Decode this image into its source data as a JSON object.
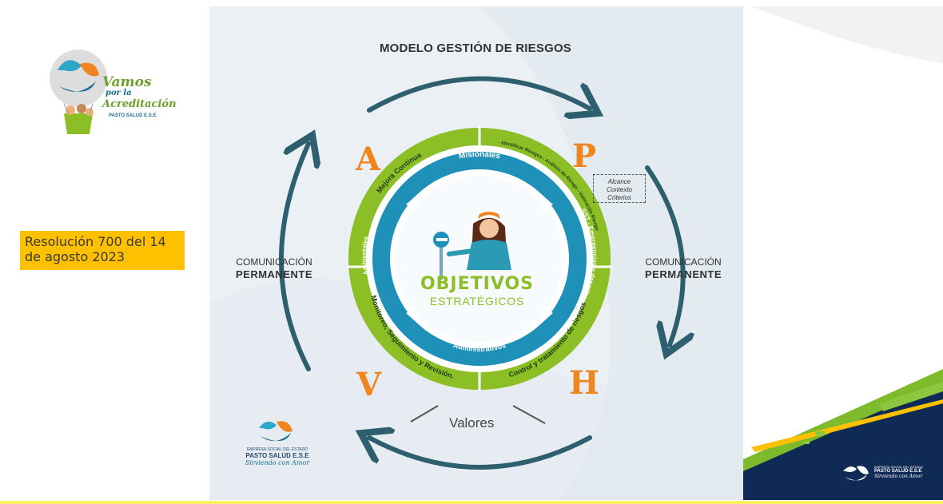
{
  "title": "MODELO GESTIÓN DE RIESGOS",
  "resolution_note": "Resolución 700 del 14 de agosto 2023",
  "left_label": {
    "line1": "COMUNICACIÓN",
    "line2": "PERMANENTE"
  },
  "right_label": {
    "line1": "COMUNICACIÓN",
    "line2": "PERMANENTE"
  },
  "phases": {
    "top_left": "A",
    "top_right": "P",
    "bottom_right": "H",
    "bottom_left": "V"
  },
  "planning_box": [
    "Alcance",
    "Contexto",
    "Criterios"
  ],
  "outer_ring": {
    "top_left": "Mejora Continua",
    "top_right": "- Identificar Riesgos - Análisis de Riesgo - Valoración Riesgo",
    "bottom_right": "Control y tratamiento de riesgos",
    "bottom_left": "Monitoreo, Seguimiento y Revisión."
  },
  "inner_ring": {
    "top": "Misionales",
    "right": "SST - Emergencias y desastres",
    "bottom": "Administrativos",
    "left": "Ambientales"
  },
  "center": {
    "title": "OBJETIVOS",
    "subtitle": "ESTRATÉGICOS"
  },
  "valores": "Valores",
  "logos": {
    "campaign_line1": "Vamos",
    "campaign_line2": "por la",
    "campaign_line3": "Acreditación",
    "campaign_org": "PASTO SALUD E.S.E",
    "org_top": "EMPRESA SOCIAL DEL ESTADO",
    "org_name": "PASTO SALUD E.S.E",
    "org_tagline": "Sirviendo con Amor"
  },
  "colors": {
    "arrow": "#2d5f6e",
    "ring_green": "#8cbf26",
    "ring_blue": "#1f90b8",
    "phase_orange": "#f0841e",
    "note_fill": "#ffc000"
  }
}
